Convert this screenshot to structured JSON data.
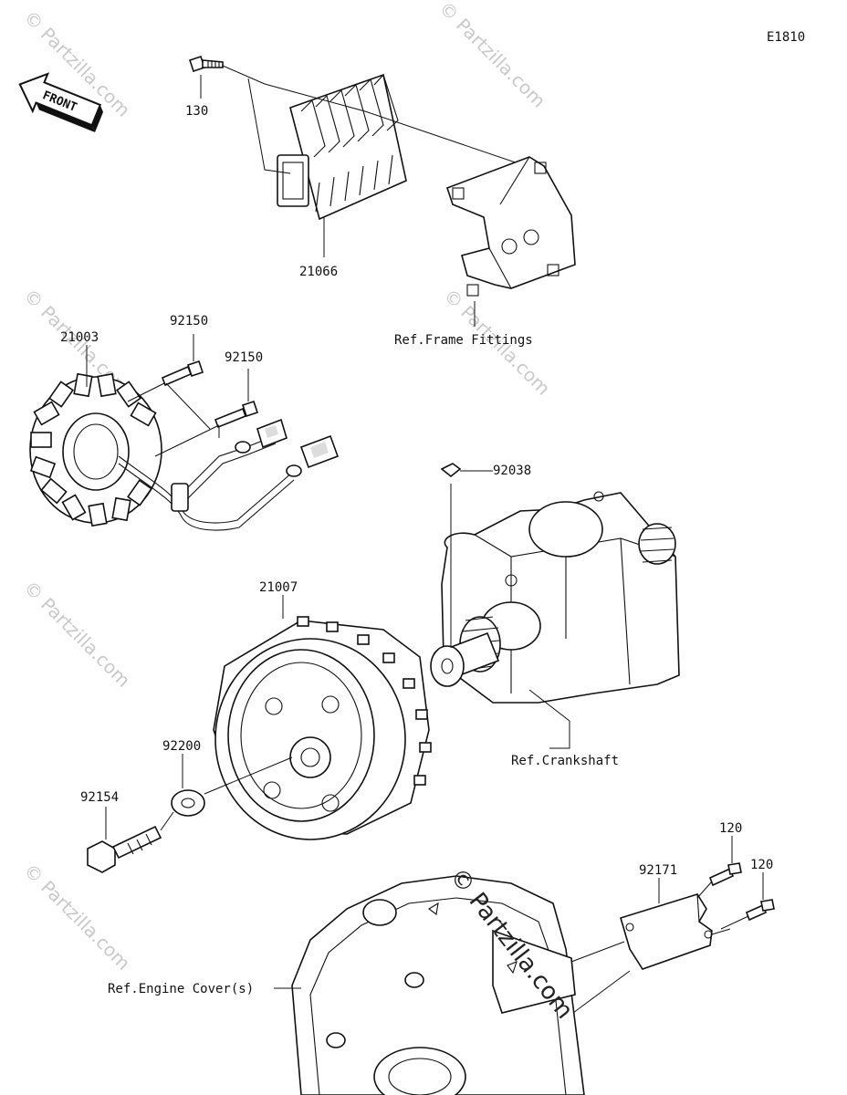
{
  "diagram_id": "E1810",
  "front_arrow_label": "FRONT",
  "callouts": {
    "regulator_bolt": "130",
    "regulator": "21066",
    "frame_fittings": "Ref.Frame Fittings",
    "stator_bolt_a": "92150",
    "stator_bolt_b": "92150",
    "stator": "21003",
    "woodruff_key": "92038",
    "rotor": "21007",
    "crankshaft": "Ref.Crankshaft",
    "washer": "92200",
    "rotor_bolt": "92154",
    "cover_screw_a": "120",
    "cover_screw_b": "120",
    "cover_plate": "92171",
    "engine_cover": "Ref.Engine Cover(s)"
  },
  "watermark": {
    "text": "© Partzilla.com",
    "main_text": "© Partzilla.com"
  },
  "icons": [
    "front-arrow-icon"
  ]
}
